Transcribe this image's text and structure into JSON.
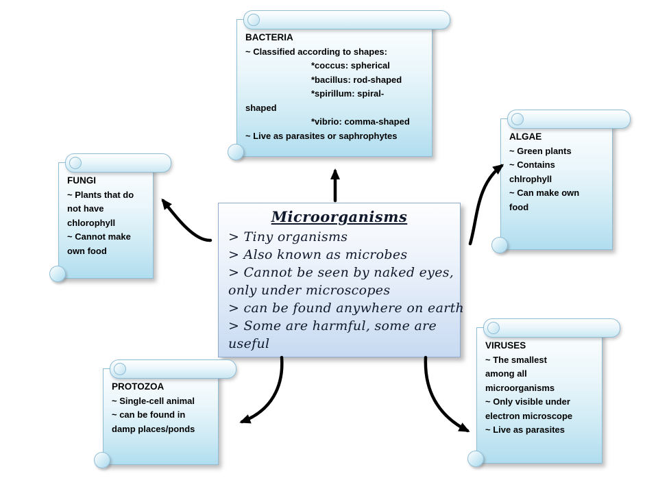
{
  "center": {
    "title": "Microorganisms",
    "lines": [
      "> Tiny organisms",
      "> Also known as microbes",
      "> Cannot be seen by naked eyes,",
      "only under microscopes",
      "> can be found anywhere on earth",
      "> Some are harmful, some are",
      "useful"
    ]
  },
  "scrolls": {
    "bacteria": {
      "title": "BACTERIA",
      "lines": [
        "~ Classified according to shapes:",
        "*coccus: spherical",
        "*bacillus: rod-shaped",
        "*spirillum: spiral-",
        "shaped",
        "*vibrio: comma-shaped",
        "~ Live as parasites or saphrophytes"
      ]
    },
    "fungi": {
      "title": "FUNGI",
      "lines": [
        "~ Plants that do",
        "not have",
        "chlorophyll",
        "~ Cannot make",
        "own food"
      ]
    },
    "algae": {
      "title": "ALGAE",
      "lines": [
        "~ Green plants",
        "~ Contains",
        "chlrophyll",
        "~ Can make own",
        "food"
      ]
    },
    "protozoa": {
      "title": "PROTOZOA",
      "lines": [
        "~ Single-cell animal",
        "~ can be found in",
        "damp places/ponds"
      ]
    },
    "viruses": {
      "title": "VIRUSES",
      "lines": [
        "~ The smallest",
        "among all",
        "microorganisms",
        "~ Only visible under",
        "electron microscope",
        "~ Live as parasites"
      ]
    }
  },
  "arrows": {
    "to_bacteria": "arrow-center-to-bacteria",
    "to_fungi": "arrow-center-to-fungi",
    "to_algae": "arrow-center-to-algae",
    "to_protozoa": "arrow-center-to-protozoa",
    "to_viruses": "arrow-center-to-viruses"
  },
  "colors": {
    "scroll_border": "#8fbdd6",
    "scroll_fill": "#b0ddef",
    "center_border": "#8ea9c9",
    "center_fill": "#c7daf1",
    "arrow": "#000000",
    "text": "#000000"
  }
}
